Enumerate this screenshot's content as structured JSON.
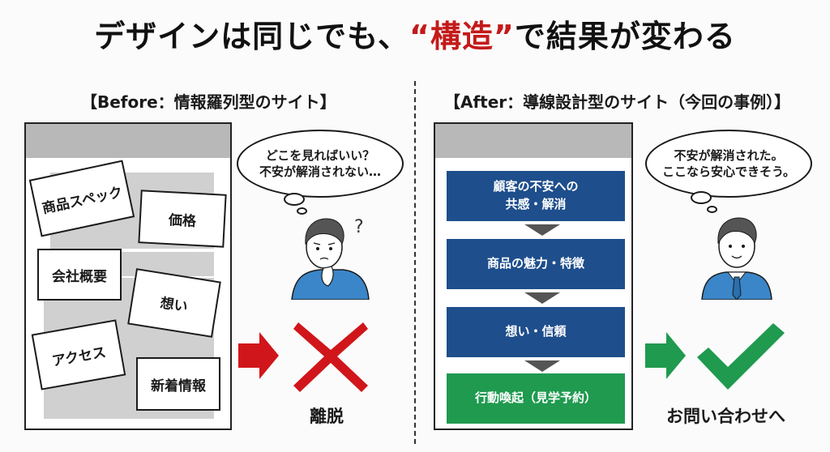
{
  "title": {
    "prefix": "デザインは同じでも、",
    "accent": "“構造”",
    "suffix": "で結果が変わる",
    "accent_color": "#c41a1a"
  },
  "before": {
    "label": "【Before：情報羅列型のサイト】",
    "cards": [
      {
        "text": "商品スペック"
      },
      {
        "text": "価格"
      },
      {
        "text": "会社概要"
      },
      {
        "text": "想い"
      },
      {
        "text": "アクセス"
      },
      {
        "text": "新着情報"
      }
    ],
    "thought": {
      "line1": "どこを見ればいい？",
      "line2": "不安が解消されない…"
    },
    "question_mark": "?",
    "result_label": "離脱",
    "result_icon": "cross-icon",
    "accent_color": "#d0161a"
  },
  "after": {
    "label": "【After：導線設計型のサイト（今回の事例）】",
    "flow": [
      {
        "line1": "顧客の不安への",
        "line2": "共感・解消",
        "color": "#1e4e8c"
      },
      {
        "line1": "商品の魅力・特徴",
        "color": "#1e4e8c"
      },
      {
        "line1": "想い・信頼",
        "color": "#1e4e8c"
      },
      {
        "line1": "行動喚起（見学予約）",
        "color": "#1f9a4f"
      }
    ],
    "thought": {
      "line1": "不安が解消された。",
      "line2": "ここなら安心できそう。"
    },
    "result_label": "お問い合わせへ",
    "result_icon": "check-icon",
    "accent_color": "#1f9a4f"
  }
}
